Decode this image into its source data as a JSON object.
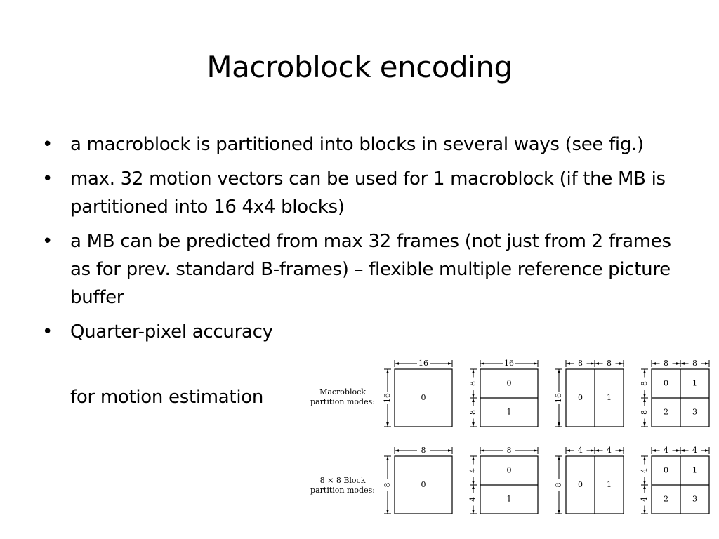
{
  "slide": {
    "title": "Macroblock encoding",
    "bullets": [
      "a macroblock is partitioned into blocks in several ways (see fig.)",
      "max. 32 motion vectors can be used for 1 macroblock (if the MB is partitioned into 16 4x4 blocks)",
      "a MB can be predicted from max 32 frames (not just from 2 frames as for prev. standard B-frames) – flexible multiple reference picture buffer",
      "Quarter-pixel accuracy"
    ],
    "bullet_char": "•",
    "continuation": "for motion estimation"
  },
  "figure": {
    "row1_label_line1": "Macroblock",
    "row1_label_line2": "partition modes:",
    "row2_label_line1": "8 × 8 Block",
    "row2_label_line2": "partition modes:",
    "row1": {
      "a": {
        "dim_top": "16",
        "dim_left": "16",
        "labels": [
          "0"
        ]
      },
      "b": {
        "dim_top": "16",
        "dim_left_top": "8",
        "dim_left_bottom": "8",
        "labels": [
          "0",
          "1"
        ]
      },
      "c": {
        "dim_top_left": "8",
        "dim_top_right": "8",
        "dim_left": "16",
        "labels": [
          "0",
          "1"
        ]
      },
      "d": {
        "dim_top_left": "8",
        "dim_top_right": "8",
        "dim_left_top": "8",
        "dim_left_bottom": "8",
        "labels": [
          "0",
          "1",
          "2",
          "3"
        ]
      }
    },
    "row2": {
      "a": {
        "dim_top": "8",
        "dim_left": "8",
        "labels": [
          "0"
        ]
      },
      "b": {
        "dim_top": "8",
        "dim_left_top": "4",
        "dim_left_bottom": "4",
        "labels": [
          "0",
          "1"
        ]
      },
      "c": {
        "dim_top_left": "4",
        "dim_top_right": "4",
        "dim_left": "8",
        "labels": [
          "0",
          "1"
        ]
      },
      "d": {
        "dim_top_left": "4",
        "dim_top_right": "4",
        "dim_left_top": "4",
        "dim_left_bottom": "4",
        "labels": [
          "0",
          "1",
          "2",
          "3"
        ]
      }
    }
  }
}
